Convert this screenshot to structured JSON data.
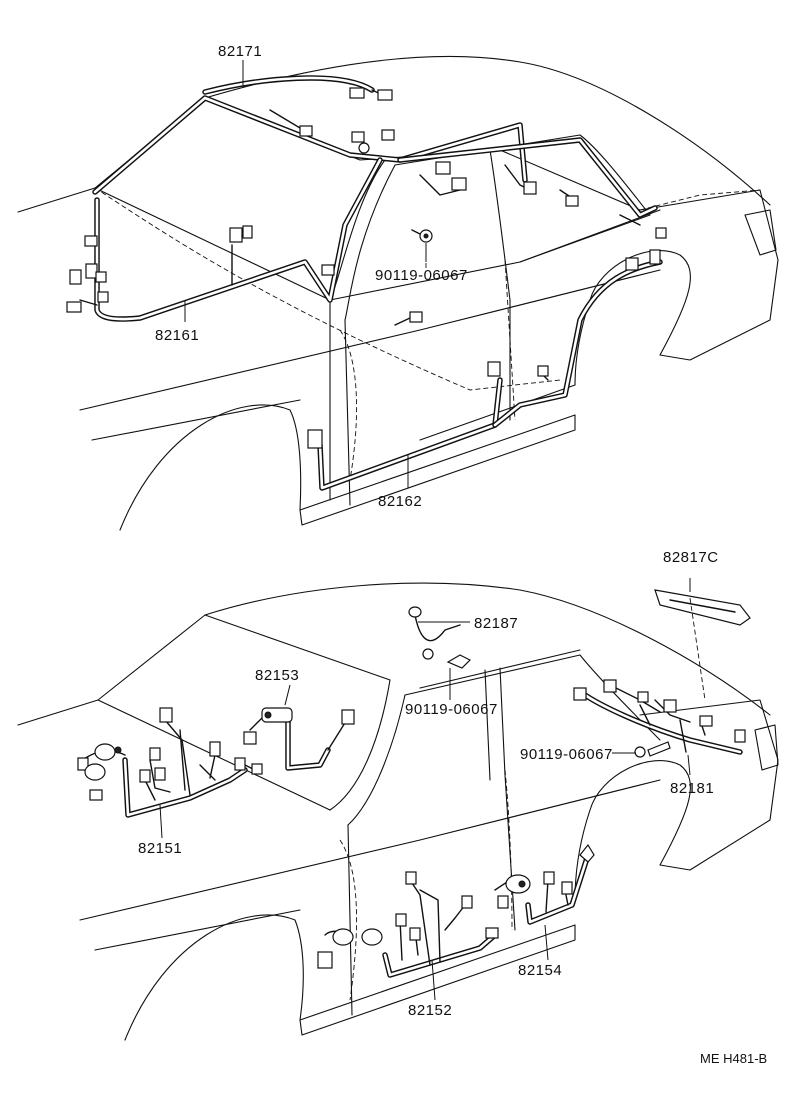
{
  "upper_view": {
    "part_labels": {
      "roof_harness": "82171",
      "front_floor_harness": "82161",
      "rear_floor_harness": "82162",
      "clip_bolt": "90119-06067"
    }
  },
  "lower_view": {
    "part_labels": {
      "lamp_harness_front": "82151",
      "lamp_harness_center": "82153",
      "clip_right": "82187",
      "clip_bolt_upper": "90119-06067",
      "clip_bolt_rear": "90119-06067",
      "rear_harness": "82181",
      "high_mount_lamp_wire": "82817C",
      "door_harness_front": "82152",
      "door_harness_rear": "82154"
    }
  },
  "reference_code": "ME H481-B"
}
